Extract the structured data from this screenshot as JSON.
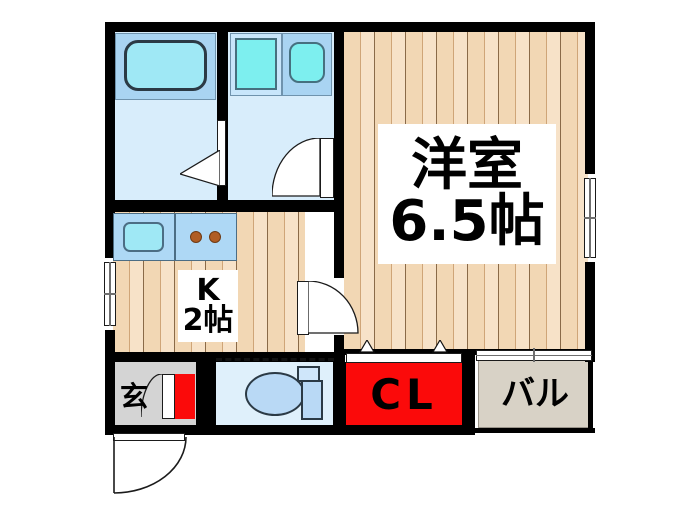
{
  "plan": {
    "type": "japanese-apartment-floor-plan",
    "layout_code": "1K",
    "background_color": "#ffffff",
    "wall_color": "#000000",
    "colors": {
      "wood_floor": "#f2d7b4",
      "tile_floor": "#dff0fb",
      "bath_floor": "#d8edfb",
      "entry_floor": "#d4d4d4",
      "balcony_floor": "#d8d2c6",
      "closet_red": "#fb0a0a",
      "fixture_blue": "#9fe8f5",
      "burner_brown": "#b05d24"
    },
    "rooms": [
      {
        "id": "main-room",
        "label": "洋室\n6.5帖",
        "label_line1": "洋室",
        "label_line2": "6.5帖",
        "name_en": "Western-style room",
        "size_jo": "6.5",
        "floor": "wood"
      },
      {
        "id": "kitchen",
        "label": "K\n2帖",
        "label_line1": "K",
        "label_line2": "2帖",
        "name_en": "Kitchen",
        "size_jo": "2",
        "floor": "wood"
      },
      {
        "id": "closet",
        "label": "CL",
        "name_en": "Closet",
        "floor": "red"
      },
      {
        "id": "balcony",
        "label": "バル",
        "name_en": "Balcony",
        "floor": "balcony"
      },
      {
        "id": "entrance",
        "label": "玄",
        "name_en": "Entrance / Genkan",
        "floor": "gray"
      },
      {
        "id": "bathroom",
        "label": "",
        "name_en": "Unit bath",
        "floor": "bath"
      },
      {
        "id": "washroom",
        "label": "",
        "name_en": "Washroom / Vanity",
        "floor": "bath"
      },
      {
        "id": "toilet",
        "label": "",
        "name_en": "Toilet",
        "floor": "tile"
      }
    ],
    "fixtures": [
      {
        "id": "bathtub",
        "name_en": "Bathtub"
      },
      {
        "id": "washing-machine-space",
        "name_en": "Washing machine space"
      },
      {
        "id": "washbasin",
        "name_en": "Washbasin"
      },
      {
        "id": "kitchen-sink",
        "name_en": "Kitchen sink"
      },
      {
        "id": "gas-stove",
        "name_en": "Two-burner gas stove",
        "burners": 2
      },
      {
        "id": "toilet",
        "name_en": "Western toilet"
      },
      {
        "id": "shoe-cabinet",
        "name_en": "Shoe cabinet"
      }
    ],
    "openings": [
      {
        "id": "entry-door",
        "name_en": "Entrance door",
        "type": "hinged"
      },
      {
        "id": "bathroom-door",
        "name_en": "Bathroom folding door",
        "type": "folding"
      },
      {
        "id": "washroom-door",
        "name_en": "Washroom door",
        "type": "hinged"
      },
      {
        "id": "kitchen-room-door",
        "name_en": "Kitchen to room door",
        "type": "hinged"
      },
      {
        "id": "toilet-door",
        "name_en": "Toilet door",
        "type": "sliding"
      },
      {
        "id": "closet-doors",
        "name_en": "Closet sliding doors",
        "type": "sliding"
      },
      {
        "id": "balcony-door",
        "name_en": "Balcony sliding glass door",
        "type": "sliding"
      },
      {
        "id": "window-left",
        "name_en": "Kitchen window",
        "type": "window"
      },
      {
        "id": "window-right",
        "name_en": "Room window",
        "type": "window"
      }
    ]
  }
}
